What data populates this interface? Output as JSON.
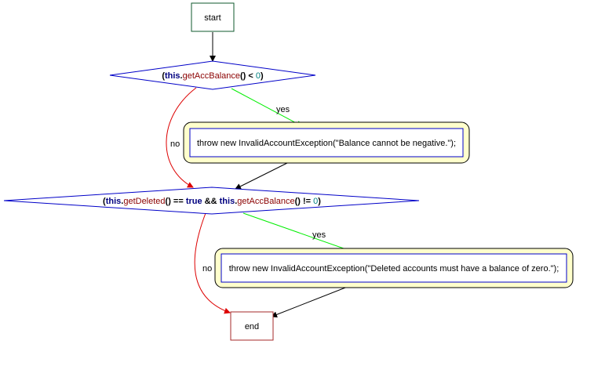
{
  "colors": {
    "start_border": "#0f5a2e",
    "end_border": "#a52a2a",
    "decision_border": "#0000c8",
    "keyword": "#000080",
    "method": "#8b0000",
    "number": "#008080",
    "yes_edge": "#00ee00",
    "no_edge": "#dd0000",
    "plain_edge": "#000000",
    "action_outer_fill": "#ffffcc",
    "action_inner_border": "#0000c8"
  },
  "nodes": {
    "start": {
      "label": "start"
    },
    "end": {
      "label": "end"
    },
    "decision1": {
      "parts": [
        {
          "text": "(",
          "style": "plain"
        },
        {
          "text": "this",
          "style": "keyword"
        },
        {
          "text": ".",
          "style": "plain"
        },
        {
          "text": "getAccBalance",
          "style": "method"
        },
        {
          "text": "() < ",
          "style": "plain"
        },
        {
          "text": "0",
          "style": "number"
        },
        {
          "text": ")",
          "style": "plain"
        }
      ]
    },
    "action1": {
      "label": "throw new InvalidAccountException(\"Balance cannot be negative.\");"
    },
    "decision2": {
      "parts": [
        {
          "text": "(",
          "style": "plain"
        },
        {
          "text": "this",
          "style": "keyword"
        },
        {
          "text": ".",
          "style": "plain"
        },
        {
          "text": "getDeleted",
          "style": "method"
        },
        {
          "text": "() == ",
          "style": "plain"
        },
        {
          "text": "true",
          "style": "keyword"
        },
        {
          "text": " && ",
          "style": "plain"
        },
        {
          "text": "this",
          "style": "keyword"
        },
        {
          "text": ".",
          "style": "plain"
        },
        {
          "text": "getAccBalance",
          "style": "method"
        },
        {
          "text": "() != ",
          "style": "plain"
        },
        {
          "text": "0",
          "style": "number"
        },
        {
          "text": ")",
          "style": "plain"
        }
      ]
    },
    "action2": {
      "label": "throw new InvalidAccountException(\"Deleted accounts must have a balance of zero.\");"
    }
  },
  "edges": {
    "d1_yes": {
      "label": "yes"
    },
    "d1_no": {
      "label": "no"
    },
    "d2_yes": {
      "label": "yes"
    },
    "d2_no": {
      "label": "no"
    }
  }
}
